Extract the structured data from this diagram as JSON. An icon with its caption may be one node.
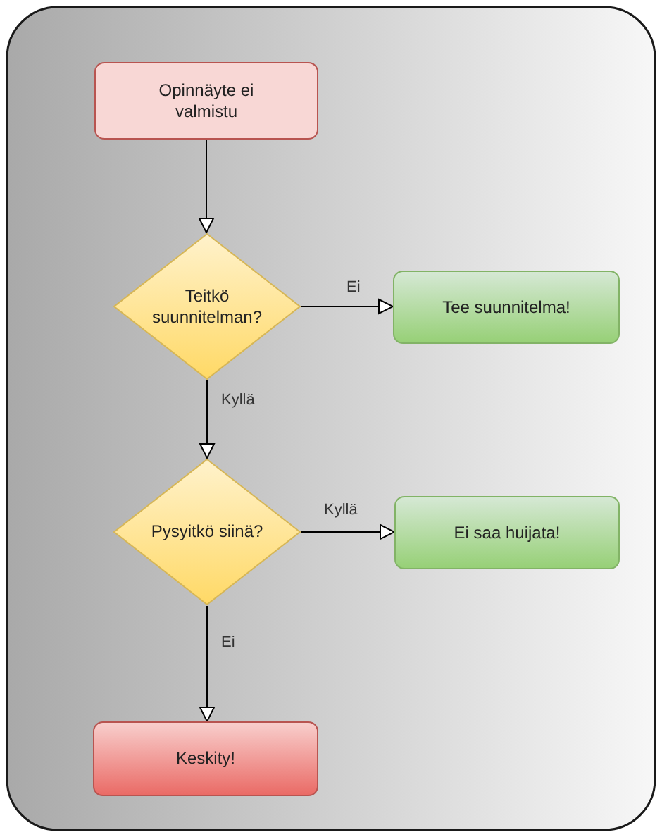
{
  "diagram": {
    "nodes": [
      {
        "text": [
          "Opinnäyte ei valmistu"
        ]
      },
      {
        "text": [
          "Teitkö suunnitelman?"
        ]
      },
      {
        "text": [
          "Tee suunnitelma!"
        ]
      },
      {
        "text": [
          "Pysyitkö siinä?"
        ]
      },
      {
        "text": [
          "Ei saa huijata!"
        ]
      },
      {
        "text": [
          "Keskity!"
        ]
      }
    ],
    "edges": [
      {
        "from": 0,
        "to": 1,
        "arrow": "to"
      },
      {
        "from": 1,
        "to": 2,
        "arrow": "to",
        "label": "Ei"
      },
      {
        "from": 1,
        "to": 3,
        "arrow": "to",
        "label": "Kyllä"
      },
      {
        "from": 3,
        "to": 4,
        "arrow": "to",
        "label": "Kyllä"
      },
      {
        "from": 3,
        "to": 5,
        "arrow": "to",
        "label": "Ei"
      }
    ]
  }
}
